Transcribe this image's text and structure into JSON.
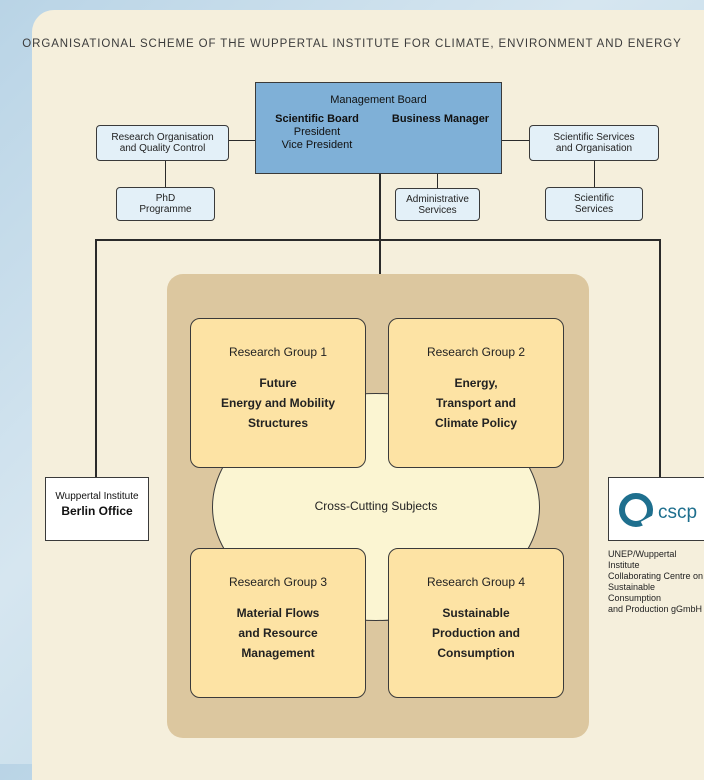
{
  "title": "ORGANISATIONAL SCHEME OF THE WUPPERTAL INSTITUTE FOR CLIMATE, ENVIRONMENT AND ENERGY",
  "management_board": {
    "title": "Management Board",
    "scientific_board": "Scientific Board",
    "president": "President",
    "vice_president": "Vice President",
    "business_manager": "Business Manager"
  },
  "support_units": {
    "research_org_l1": "Research Organisation",
    "research_org_l2": "and Quality Control",
    "phd_l1": "PhD",
    "phd_l2": "Programme",
    "admin_l1": "Administrative",
    "admin_l2": "Services",
    "sci_services_org_l1": "Scientific Services",
    "sci_services_org_l2": "and Organisation",
    "sci_services_l1": "Scientific",
    "sci_services_l2": "Services"
  },
  "cross_cutting": "Cross-Cutting Subjects",
  "research_groups": [
    {
      "title": "Research Group 1",
      "body": "Future\nEnergy and Mobility\nStructures"
    },
    {
      "title": "Research Group 2",
      "body": "Energy,\nTransport and\nClimate Policy"
    },
    {
      "title": "Research Group 3",
      "body": "Material Flows\nand Resource\nManagement"
    },
    {
      "title": "Research Group 4",
      "body": "Sustainable\nProduction and\nConsumption"
    }
  ],
  "berlin_office": {
    "line1": "Wuppertal Institute",
    "line2": "Berlin Office"
  },
  "cscp": {
    "logo_text": "cscp",
    "caption": "UNEP/Wuppertal Institute\nCollaborating Centre on\nSustainable Consumption\nand Production gGmbH",
    "logo_color": "#1e6f8e"
  },
  "colors": {
    "panel": "#f5efdc",
    "board": "#7fb0d7",
    "support_box": "#e3f0f8",
    "research_group": "#fde3a4",
    "cross_cutting": "#fbf5d2",
    "research_bg": "#dcc79f"
  }
}
